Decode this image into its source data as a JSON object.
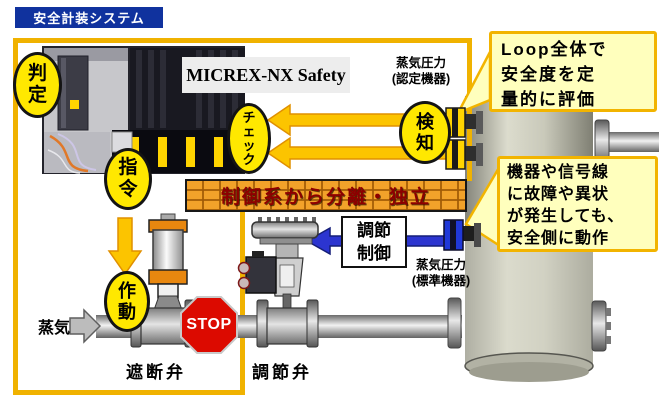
{
  "banner": {
    "title": "安全計装システム"
  },
  "diagram": {
    "product_label": "MICREX-NX Safety",
    "isolation_wall": "制御系から分離・独立",
    "steps": {
      "judge": "判\n定",
      "check": "チ\nェ\nッ\nク",
      "detect": "検\n知",
      "command": "指\n令",
      "actuate": "作\n動"
    },
    "callouts": {
      "loop_eval": "Loop全体で\n安全度を定\n量的に評価",
      "fail_safe": "機器や信号線\nに故障や異状\nが発生しても、\n安全側に動作"
    },
    "sensors": {
      "certified": "蒸気圧力\n(認定機器)",
      "standard": "蒸気圧力\n(標準機器)"
    },
    "control_loop": {
      "label": "調節\n制御"
    },
    "valves": {
      "shutoff": "遮断弁",
      "control": "調節弁"
    },
    "flow": {
      "steam": "蒸気",
      "stop": "STOP"
    }
  },
  "icons": {
    "stop_sign": "red octagon",
    "safety_loop_arrows": "yellow block arrows",
    "control_signal_arrow": "blue block arrow",
    "steam_flow_arrow": "gray block arrow",
    "isolation_wall": "orange brick bar",
    "tank": "vertical vessel",
    "shutoff_valve": "valve with pneumatic cylinder actuator",
    "control_valve": "valve with diaphragm actuator and positioner",
    "pressure_transmitter_certified": "yellow instrument x2",
    "pressure_transmitter_standard": "blue instrument"
  },
  "colors": {
    "banner_navy": "#10329e",
    "step_yellow": "#ffe800",
    "boundary_gold": "#f0b200",
    "arrow_yellow": "#fcc400",
    "brick_orange": "#f2a22a",
    "wall_text_red": "#8d0000",
    "bubble_bg": "#ffffbd",
    "bubble_border": "#f2b400",
    "stop_red": "#dc0a00",
    "signal_blue": "#2c35d0"
  }
}
